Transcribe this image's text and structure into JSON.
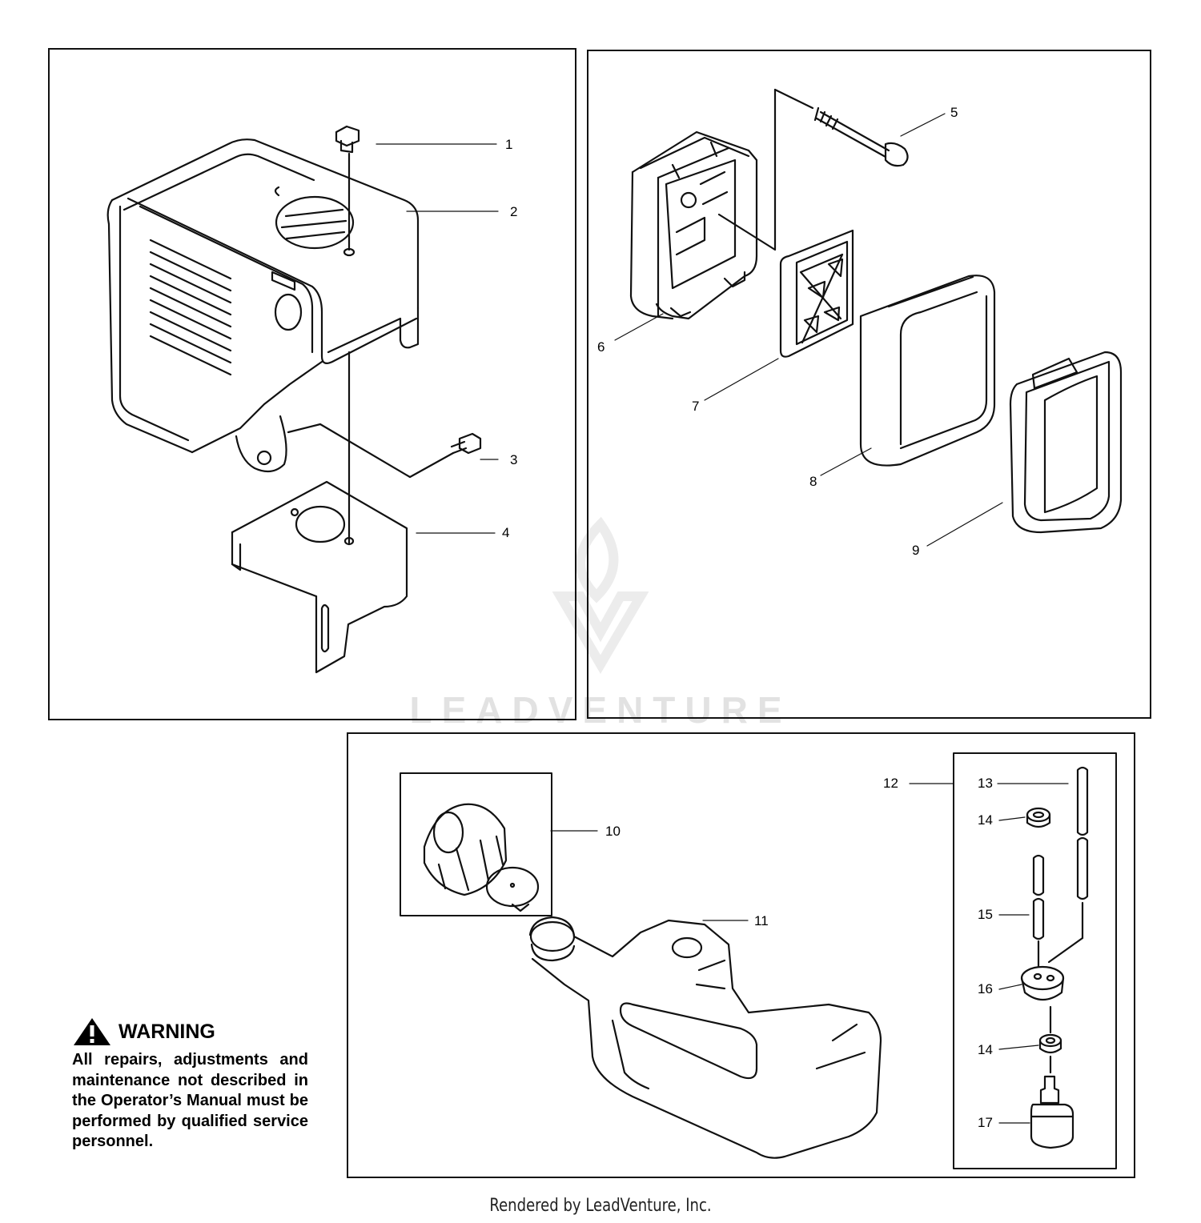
{
  "callouts": {
    "c1": "1",
    "c2": "2",
    "c3": "3",
    "c4": "4",
    "c5": "5",
    "c6": "6",
    "c7": "7",
    "c8": "8",
    "c9": "9",
    "c10": "10",
    "c11": "11",
    "c12": "12",
    "c13": "13",
    "c14a": "14",
    "c15": "15",
    "c16": "16",
    "c14b": "14",
    "c17": "17"
  },
  "warning": {
    "title": "WARNING",
    "body": "All repairs, adjustments and maintenance not described in the Operator’s Manual must be performed by qualified service personnel."
  },
  "watermark": "LEADVENTURE",
  "footer": "Rendered by LeadVenture, Inc."
}
